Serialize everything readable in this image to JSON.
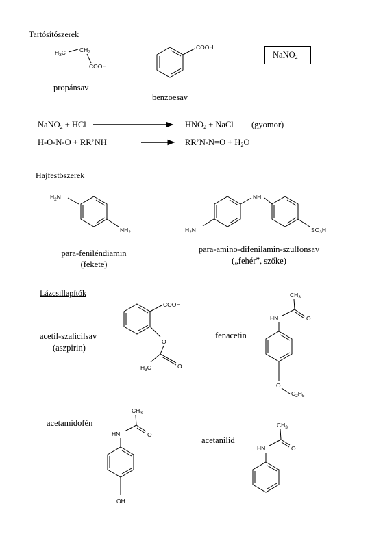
{
  "sections": {
    "preservatives": "Tartósítószerek",
    "hair_dyes": "Hajfestőszerek",
    "antipyretics": "Lázcsillapítók"
  },
  "compounds": {
    "propanoic_acid": "propánsav",
    "benzoic_acid": "benzoesav",
    "sodium_nitrite": {
      "main": "NaNO",
      "sub": "2"
    },
    "ppd": {
      "line1": "para-feniléndiamin",
      "line2": "(fekete)"
    },
    "amino_dpa_sulfonic": {
      "line1": "para-amino-difenilamin-szulfonsav",
      "line2": "(„fehér”, szőke)"
    },
    "aspirin": {
      "line1": "acetil-szalicilsav",
      "line2": "(aszpirin)"
    },
    "phenacetin": "fenacetin",
    "paracetamol": "acetamidofén",
    "acetanilide": "acetanilid"
  },
  "reactions": [
    {
      "lhs": {
        "a": "NaNO",
        "a_sub": "2",
        "b": " + HCl"
      },
      "rhs": {
        "a": "HNO",
        "a_sub": "2",
        "b": " + NaCl"
      },
      "note": "(gyomor)"
    },
    {
      "lhs": {
        "text": "H-O-N-O + RR’NH"
      },
      "rhs": {
        "a": "RR’N-N=O + H",
        "a_sub": "2",
        "b": "O"
      }
    }
  ],
  "atoms": {
    "cooh": "COOH",
    "h3c": "H",
    "c": "C",
    "ch": "CH",
    "ch3": "CH",
    "n3": "3",
    "n2": "2",
    "n5": "5",
    "h2n": "H",
    "nh": "NH",
    "nh2": "NH",
    "n_label": "N",
    "hn": "HN",
    "o": "O",
    "oh": "OH",
    "so3h_a": "SO",
    "so3h_b": "H",
    "c2h5_a": "C",
    "c2h5_b": "H"
  }
}
